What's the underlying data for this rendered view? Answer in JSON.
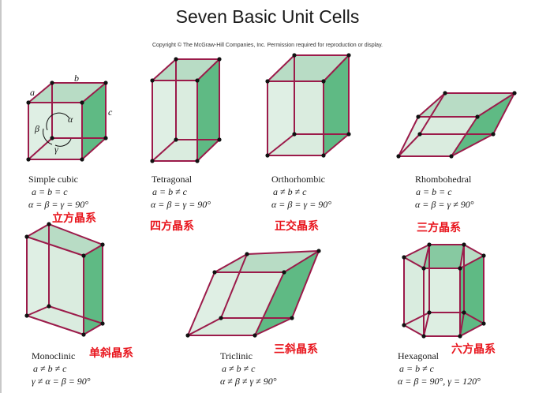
{
  "title": "Seven Basic Unit Cells",
  "copyright": "Copyright © The McGraw-Hill Companies, Inc. Permission required for reproduction or display.",
  "colors": {
    "edge": "#9b1b4a",
    "vertex": "#111111",
    "face_light": "#d9ecdf",
    "face_mid": "#b8dcc5",
    "face_dark": "#5fba84",
    "annotation": "#e8141c"
  },
  "cells": [
    {
      "name": "Simple cubic",
      "rel1": "a = b = c",
      "rel2": "α = β = γ = 90°",
      "cn": "立方晶系"
    },
    {
      "name": "Tetragonal",
      "rel1": "a = b ≠ c",
      "rel2": "α = β = γ = 90°",
      "cn": "四方晶系"
    },
    {
      "name": "Orthorhombic",
      "rel1": "a ≠ b ≠ c",
      "rel2": "α = β = γ = 90°",
      "cn": "正交晶系"
    },
    {
      "name": "Rhombohedral",
      "rel1": "a = b = c",
      "rel2": "α = β = γ ≠ 90°",
      "cn": "三方晶系"
    },
    {
      "name": "Monoclinic",
      "rel1": "a ≠ b ≠ c",
      "rel2": "γ ≠ α = β = 90°",
      "cn": "单斜晶系"
    },
    {
      "name": "Triclinic",
      "rel1": "a ≠ b ≠ c",
      "rel2": "α ≠ β ≠ γ ≠ 90°",
      "cn": "三斜晶系"
    },
    {
      "name": "Hexagonal",
      "rel1": "a = b ≠ c",
      "rel2": "α = β = 90°, γ = 120°",
      "cn": "六方晶系"
    }
  ],
  "cubic_labels": {
    "a": "a",
    "b": "b",
    "c": "c",
    "alpha": "α",
    "beta": "β",
    "gamma": "γ"
  }
}
